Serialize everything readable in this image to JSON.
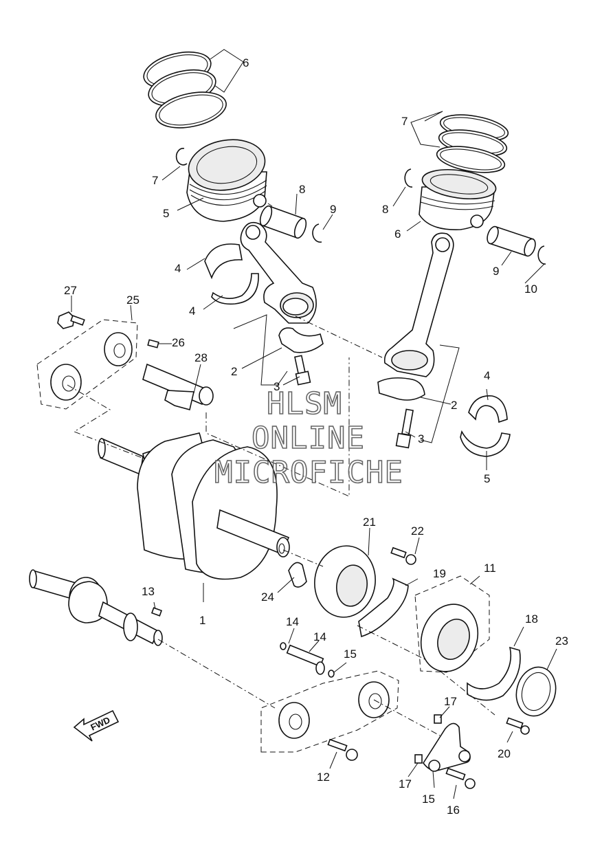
{
  "watermark": {
    "line1": "HLSM",
    "line2": "ONLINE",
    "line3": "MICROFICHE"
  },
  "direction_arrow": {
    "label": "FWD",
    "icon": "forward-arrow-icon"
  },
  "callouts": [
    {
      "id": "c1",
      "text": "1"
    },
    {
      "id": "c2a",
      "text": "2"
    },
    {
      "id": "c2b",
      "text": "2"
    },
    {
      "id": "c3a",
      "text": "3"
    },
    {
      "id": "c3b",
      "text": "3"
    },
    {
      "id": "c4a",
      "text": "4"
    },
    {
      "id": "c4b",
      "text": "4"
    },
    {
      "id": "c4c",
      "text": "4"
    },
    {
      "id": "c4d",
      "text": "4"
    },
    {
      "id": "c5a",
      "text": "5"
    },
    {
      "id": "c5b",
      "text": "5"
    },
    {
      "id": "c6a",
      "text": "6"
    },
    {
      "id": "c6b",
      "text": "6"
    },
    {
      "id": "c7a",
      "text": "7"
    },
    {
      "id": "c7b",
      "text": "7"
    },
    {
      "id": "c8a",
      "text": "8"
    },
    {
      "id": "c8b",
      "text": "8"
    },
    {
      "id": "c9a",
      "text": "9"
    },
    {
      "id": "c9b",
      "text": "9"
    },
    {
      "id": "c10",
      "text": "10"
    },
    {
      "id": "c11",
      "text": "11"
    },
    {
      "id": "c12",
      "text": "12"
    },
    {
      "id": "c13",
      "text": "13"
    },
    {
      "id": "c14a",
      "text": "14"
    },
    {
      "id": "c14b",
      "text": "14"
    },
    {
      "id": "c15",
      "text": "15"
    },
    {
      "id": "c16",
      "text": "16"
    },
    {
      "id": "c17a",
      "text": "17"
    },
    {
      "id": "c17b",
      "text": "17"
    },
    {
      "id": "c18",
      "text": "18"
    },
    {
      "id": "c19",
      "text": "19"
    },
    {
      "id": "c20",
      "text": "20"
    },
    {
      "id": "c21",
      "text": "21"
    },
    {
      "id": "c22",
      "text": "22"
    },
    {
      "id": "c23",
      "text": "23"
    },
    {
      "id": "c24",
      "text": "24"
    },
    {
      "id": "c25",
      "text": "25"
    },
    {
      "id": "c26",
      "text": "26"
    },
    {
      "id": "c27",
      "text": "27"
    },
    {
      "id": "c28",
      "text": "28"
    }
  ]
}
